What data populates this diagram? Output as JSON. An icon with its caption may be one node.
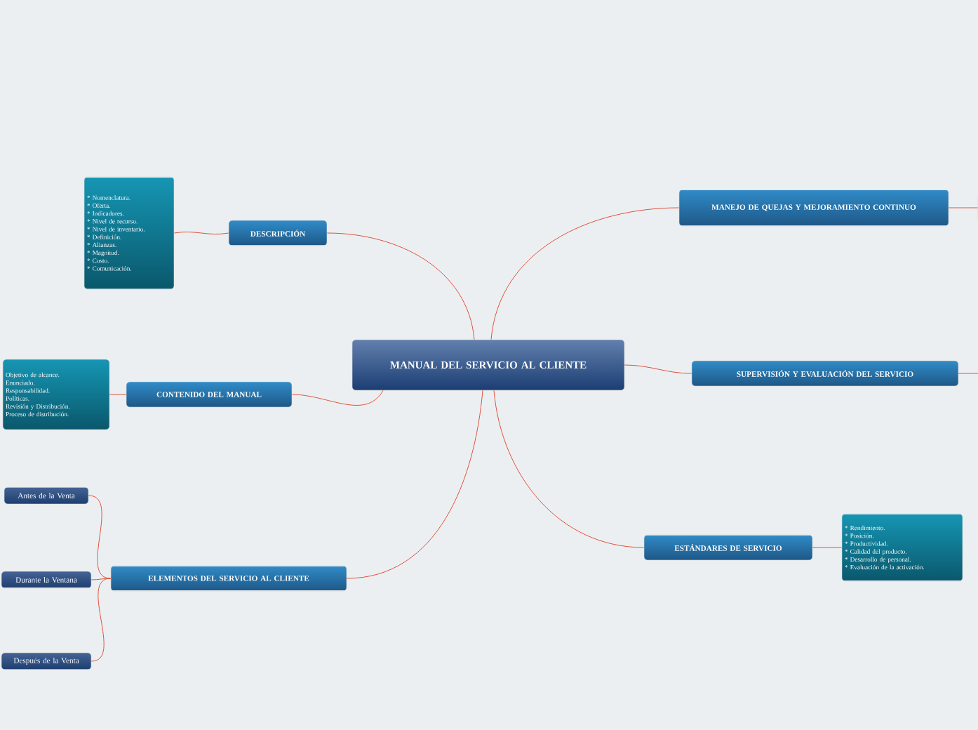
{
  "diagram": {
    "nodes": [
      {
        "text": [
          "MANUAL DEL SERVICIO AL CLIENTE"
        ]
      },
      {
        "text": [
          "DESCRIPCIÓN"
        ]
      },
      {
        "text": [
          "* Nomenclatura.",
          "* Oferta.",
          "* Indicadores.",
          "* Nivel de recurso.",
          "* Nivel de inventario.",
          "* Definición.",
          "* Alianzas.",
          "* Magnitud.",
          "* Costo.",
          "* Comunicación."
        ]
      },
      {
        "text": [
          "CONTENIDO DEL MANUAL"
        ]
      },
      {
        "text": [
          "Objetivo de alcance.",
          "Enunciado.",
          "Responsabilidad.",
          "Políticas.",
          "Revisión y Distribución.",
          "Proceso de distribución."
        ]
      },
      {
        "text": [
          "ELEMENTOS DEL SERVICIO AL CLIENTE"
        ]
      },
      {
        "text": [
          "Antes de la Venta"
        ]
      },
      {
        "text": [
          "Durante la Ventana"
        ]
      },
      {
        "text": [
          "Después de la Venta"
        ]
      },
      {
        "text": [
          "MANEJO DE QUEJAS Y MEJORAMIENTO CONTINUO"
        ]
      },
      {
        "text": [],
        "shape": "box"
      },
      {
        "text": [
          "SUPERVISIÓN Y EVALUACIÓN DEL SERVICIO"
        ]
      },
      {
        "text": [
          "ESTÁNDARES DE SERVICIO"
        ]
      },
      {
        "text": [
          "* Rendimiento.",
          "* Posición.",
          "* Productividad.",
          "* Calidad del producto.",
          "* Desarrollo de personal.",
          "* Evaluación de la activación."
        ]
      }
    ],
    "edges": [
      {
        "from": 0,
        "to": 1,
        "arrow": "none"
      },
      {
        "from": 1,
        "to": 2,
        "arrow": "none"
      },
      {
        "from": 0,
        "to": 3,
        "arrow": "none"
      },
      {
        "from": 3,
        "to": 4,
        "arrow": "none"
      },
      {
        "from": 0,
        "to": 5,
        "arrow": "none"
      },
      {
        "from": 5,
        "to": 6,
        "arrow": "none"
      },
      {
        "from": 5,
        "to": 7,
        "arrow": "none"
      },
      {
        "from": 5,
        "to": 8,
        "arrow": "none"
      },
      {
        "from": 0,
        "to": 9,
        "arrow": "none"
      },
      {
        "from": 9,
        "to": 10,
        "arrow": "none"
      },
      {
        "from": 0,
        "to": 11,
        "arrow": "none"
      },
      {
        "from": 11,
        "to": null,
        "arrow": "none"
      },
      {
        "from": 0,
        "to": 12,
        "arrow": "none"
      },
      {
        "from": 12,
        "to": 13,
        "arrow": "none"
      }
    ]
  }
}
